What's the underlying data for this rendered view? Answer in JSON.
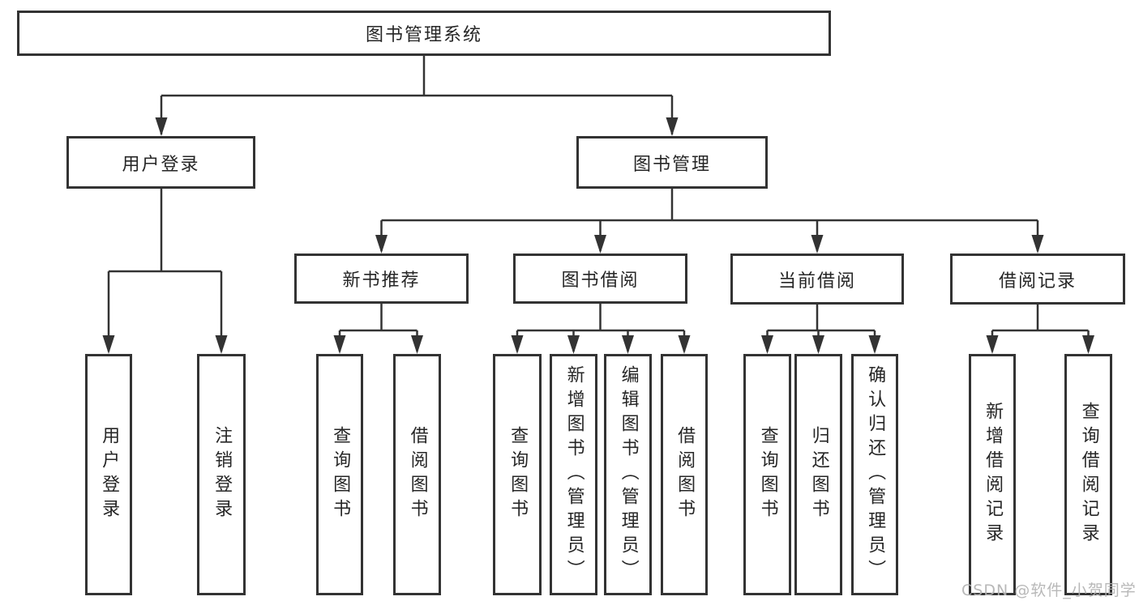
{
  "tree": {
    "root": {
      "label": "图书管理系统"
    },
    "level1": [
      {
        "label": "用户登录"
      },
      {
        "label": "图书管理"
      }
    ],
    "level2": [
      {
        "label": "新书推荐"
      },
      {
        "label": "图书借阅"
      },
      {
        "label": "当前借阅"
      },
      {
        "label": "借阅记录"
      }
    ],
    "leaves": [
      {
        "label": "用户登录"
      },
      {
        "label": "注销登录"
      },
      {
        "label": "查询图书"
      },
      {
        "label": "借阅图书"
      },
      {
        "label": "查询图书"
      },
      {
        "label": "新增图书（管理员）"
      },
      {
        "label": "编辑图书（管理员）"
      },
      {
        "label": "借阅图书"
      },
      {
        "label": "查询图书"
      },
      {
        "label": "归还图书"
      },
      {
        "label": "确认归还（管理员）"
      },
      {
        "label": "新增借阅记录"
      },
      {
        "label": "查询借阅记录"
      }
    ]
  },
  "watermark": {
    "label": "CSDN @软件_小贺同学"
  },
  "colors": {
    "line": "#333333",
    "border": "#333333",
    "text": "#262626",
    "watermark": "#b2b2b2",
    "background": "#ffffff"
  }
}
